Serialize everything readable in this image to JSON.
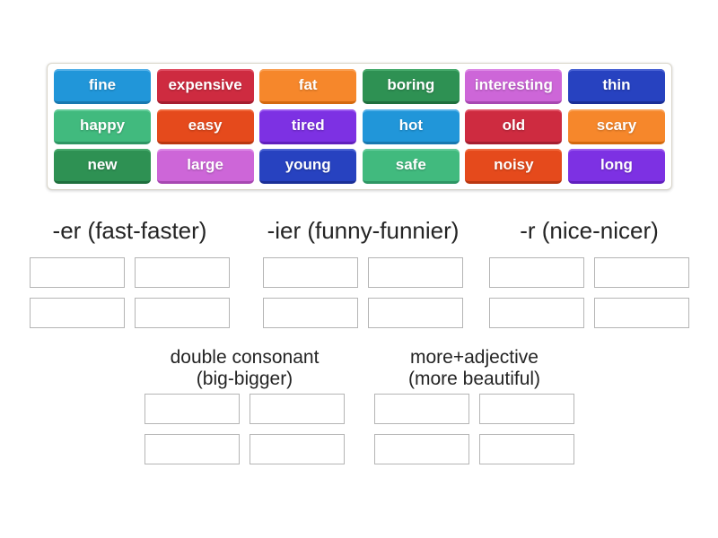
{
  "tray": {
    "tiles": [
      {
        "label": "fine",
        "color": "blue"
      },
      {
        "label": "expensive",
        "color": "crimson"
      },
      {
        "label": "fat",
        "color": "orange"
      },
      {
        "label": "boring",
        "color": "green"
      },
      {
        "label": "interesting",
        "color": "orchid"
      },
      {
        "label": "thin",
        "color": "navy"
      },
      {
        "label": "happy",
        "color": "emerald"
      },
      {
        "label": "easy",
        "color": "orangered"
      },
      {
        "label": "tired",
        "color": "violet"
      },
      {
        "label": "hot",
        "color": "blue"
      },
      {
        "label": "old",
        "color": "crimson"
      },
      {
        "label": "scary",
        "color": "orange"
      },
      {
        "label": "new",
        "color": "green"
      },
      {
        "label": "large",
        "color": "orchid"
      },
      {
        "label": "young",
        "color": "navy"
      },
      {
        "label": "safe",
        "color": "emerald"
      },
      {
        "label": "noisy",
        "color": "orangered"
      },
      {
        "label": "long",
        "color": "violet"
      }
    ]
  },
  "palette": {
    "blue": {
      "base": "#2196d9",
      "light": "#55b1e8",
      "dark": "#1878b0"
    },
    "crimson": {
      "base": "#ce2b40",
      "light": "#e05064",
      "dark": "#a51e30"
    },
    "orange": {
      "base": "#f6872b",
      "light": "#f9a054",
      "dark": "#d4690e"
    },
    "green": {
      "base": "#2e9153",
      "light": "#48ab6d",
      "dark": "#1f6f3d"
    },
    "orchid": {
      "base": "#cd66d8",
      "light": "#dd8ae6",
      "dark": "#a748b2"
    },
    "navy": {
      "base": "#2742c0",
      "light": "#4a63d4",
      "dark": "#1b2f96"
    },
    "emerald": {
      "base": "#41ba7e",
      "light": "#63cc99",
      "dark": "#2e9663"
    },
    "orangered": {
      "base": "#e54a1c",
      "light": "#f0693c",
      "dark": "#ba3710"
    },
    "violet": {
      "base": "#7d31e3",
      "light": "#9a58ee",
      "dark": "#6120bd"
    }
  },
  "groups": [
    {
      "title": "-er (fast-faster)",
      "slots": 4
    },
    {
      "title": "-ier (funny-funnier)",
      "slots": 4
    },
    {
      "title": "-r (nice-nicer)",
      "slots": 4
    },
    {
      "title": "double consonant",
      "title2": "(big-bigger)",
      "slots": 4
    },
    {
      "title": "more+adjective",
      "title2": "(more beautiful)",
      "slots": 4
    }
  ]
}
